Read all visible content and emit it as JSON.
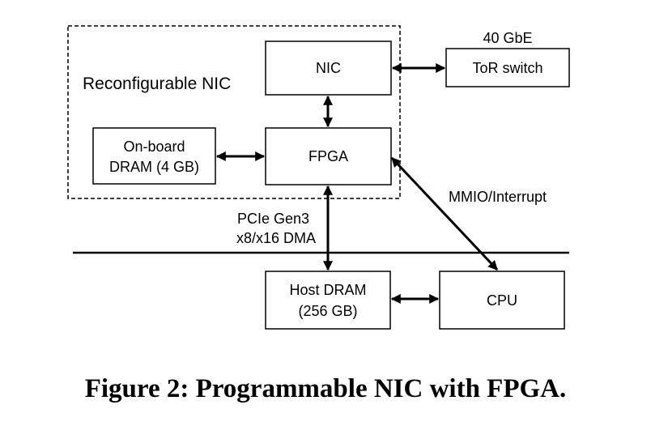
{
  "diagram": {
    "group_label": "Reconfigurable NIC",
    "nodes": {
      "nic": "NIC",
      "tor_switch": "ToR switch",
      "onboard_dram_line1": "On-board",
      "onboard_dram_line2": "DRAM (4 GB)",
      "fpga": "FPGA",
      "host_dram_line1": "Host DRAM",
      "host_dram_line2": "(256 GB)",
      "cpu": "CPU"
    },
    "edge_labels": {
      "nic_tor": "40 GbE",
      "fpga_cpu": "MMIO/Interrupt",
      "pcie_line1": "PCIe Gen3",
      "pcie_line2": "x8/x16 DMA"
    },
    "edges": [
      {
        "from": "nic",
        "to": "tor_switch",
        "bidirectional": true
      },
      {
        "from": "nic",
        "to": "fpga",
        "bidirectional": true
      },
      {
        "from": "onboard_dram",
        "to": "fpga",
        "bidirectional": true
      },
      {
        "from": "fpga",
        "to": "host_dram",
        "bidirectional": true
      },
      {
        "from": "fpga",
        "to": "cpu",
        "bidirectional": true
      },
      {
        "from": "host_dram",
        "to": "cpu",
        "bidirectional": true
      }
    ]
  },
  "caption": "Figure 2: Programmable NIC with FPGA."
}
